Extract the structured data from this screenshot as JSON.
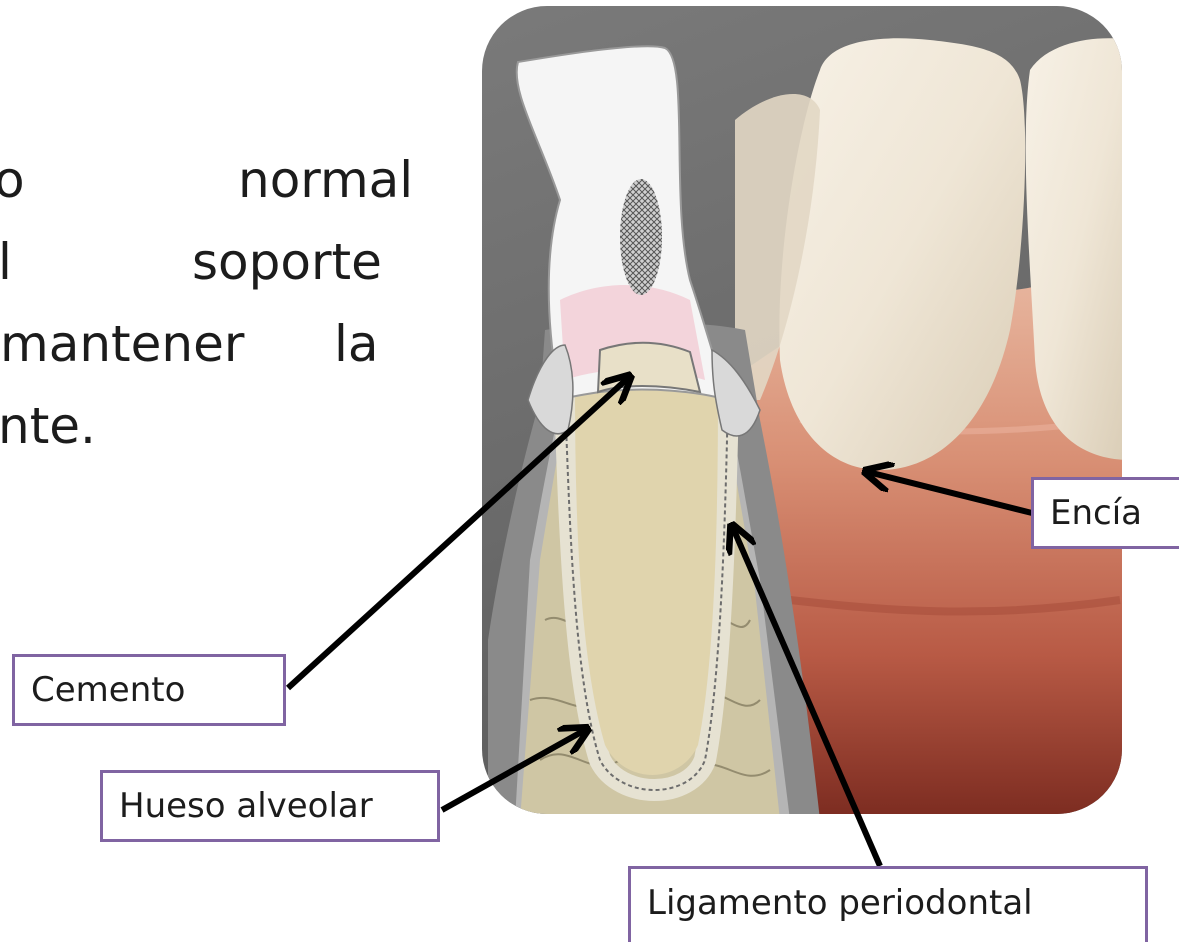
{
  "body_text": {
    "line1_a": "o",
    "line1_b": "normal",
    "line2_a": "l",
    "line2_b": "soporte",
    "line3_a": "mantener",
    "line3_b": "la",
    "line4": "nte."
  },
  "labels": {
    "encia": "Encía",
    "cemento": "Cemento",
    "hueso": "Hueso alveolar",
    "ligamento": "Ligamento periodontal"
  },
  "colors": {
    "label_border": "#8064a2",
    "arrow": "#000000",
    "gingiva": "#c8735c",
    "tooth": "#f1e8da",
    "root": "#ddd0ac"
  }
}
